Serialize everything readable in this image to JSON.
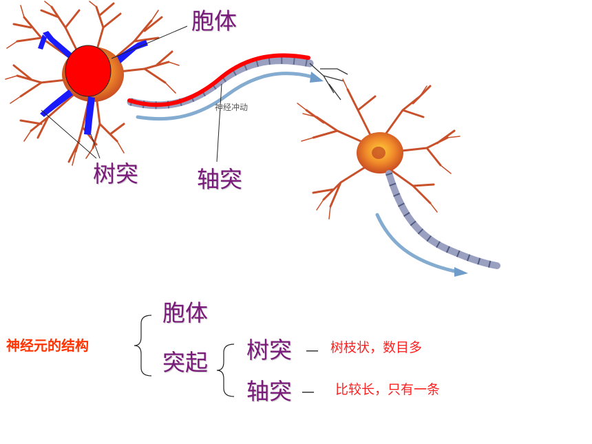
{
  "figure": {
    "label_cell_body": "胞体",
    "label_dendrite": "树突",
    "label_axon": "轴突",
    "impulse_text": "神经冲动",
    "colors": {
      "neuron_body": "#e8612a",
      "neuron_dendrite": "#c8502a",
      "cell_body_highlight": "#ff0000",
      "dendrite_highlight": "#1a1aff",
      "myelin": "#9aa0c0",
      "impulse_arrow": "#6f9cc8"
    }
  },
  "structure": {
    "title": "神经元的结构",
    "cell_body": "胞体",
    "process": "突起",
    "dendrite": "树突",
    "dendrite_desc": "树枝状，数目多",
    "axon": "轴突",
    "axon_desc": "比较长，只有一条",
    "dash": "—"
  }
}
